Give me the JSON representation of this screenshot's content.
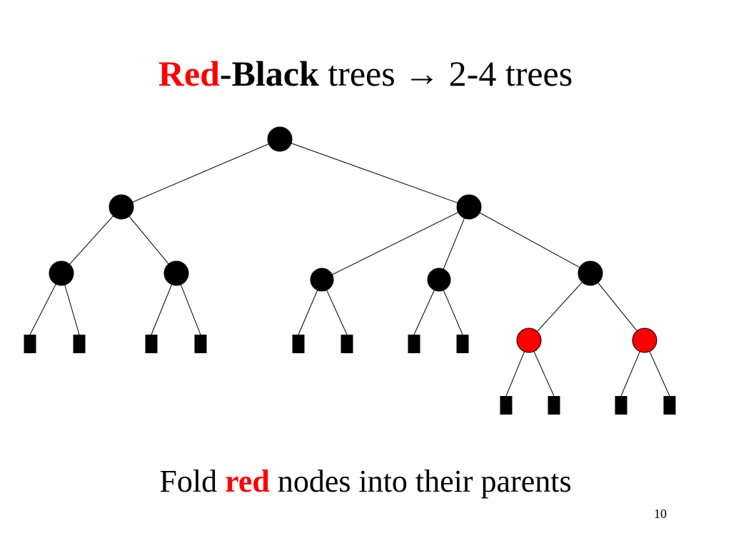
{
  "slide": {
    "title": {
      "red_part": "Red",
      "bold_part": "-Black",
      "mid_part": " trees ",
      "arrow": "→",
      "tail_part": " 2-4 trees"
    },
    "caption": {
      "before": "Fold ",
      "red_word": "red",
      "after": " nodes into their parents"
    },
    "page_number": "10"
  },
  "colors": {
    "black_node": "#000000",
    "red_node": "#ff0000",
    "edge": "#000000",
    "leaf": "#000000"
  },
  "tree": {
    "nodes": [
      {
        "id": "root",
        "color": "black"
      },
      {
        "id": "l",
        "color": "black",
        "parent": "root"
      },
      {
        "id": "r",
        "color": "black",
        "parent": "root"
      },
      {
        "id": "ll",
        "color": "black",
        "parent": "l"
      },
      {
        "id": "lr",
        "color": "black",
        "parent": "l"
      },
      {
        "id": "rl",
        "color": "black",
        "parent": "r"
      },
      {
        "id": "rm",
        "color": "black",
        "parent": "r"
      },
      {
        "id": "rr",
        "color": "black",
        "parent": "r"
      },
      {
        "id": "rrl",
        "color": "red",
        "parent": "rr"
      },
      {
        "id": "rrr",
        "color": "red",
        "parent": "rr"
      }
    ],
    "leaf_parents": [
      "ll",
      "ll",
      "lr",
      "lr",
      "rl",
      "rl",
      "rm",
      "rm",
      "rrl",
      "rrl",
      "rrr",
      "rrr"
    ]
  }
}
